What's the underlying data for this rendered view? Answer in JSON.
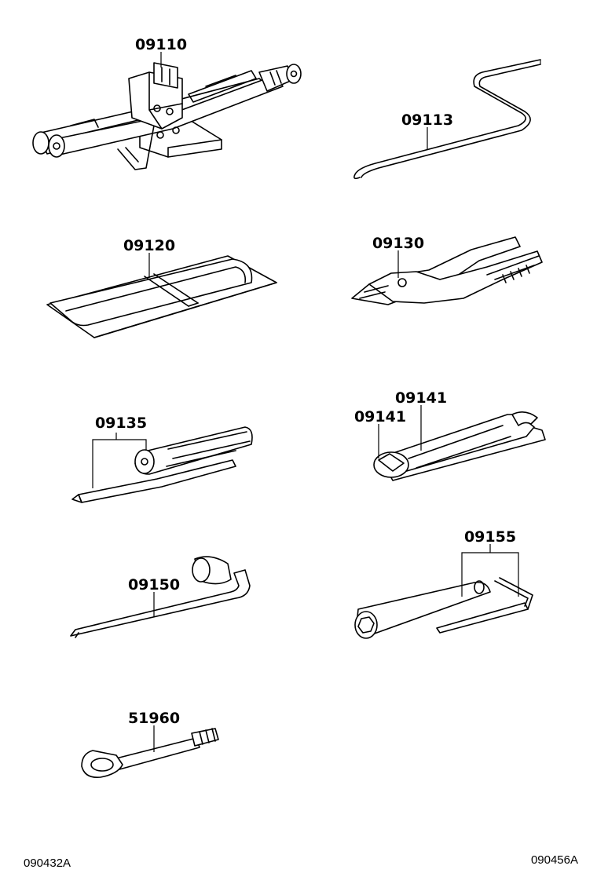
{
  "diagram": {
    "parts": [
      {
        "id": "jack",
        "label": "09110"
      },
      {
        "id": "jack-handle",
        "label": "09113"
      },
      {
        "id": "tool-bag",
        "label": "09120"
      },
      {
        "id": "pliers",
        "label": "09130"
      },
      {
        "id": "screwdriver",
        "label": "09135"
      },
      {
        "id": "wrench-left",
        "label": "09141"
      },
      {
        "id": "wrench-right",
        "label": "09141"
      },
      {
        "id": "lug-wrench",
        "label": "09150"
      },
      {
        "id": "socket-wrench",
        "label": "09155"
      },
      {
        "id": "towing-eye",
        "label": "51960"
      }
    ],
    "ref_codes": {
      "left": "090432A",
      "right": "090456A"
    }
  }
}
